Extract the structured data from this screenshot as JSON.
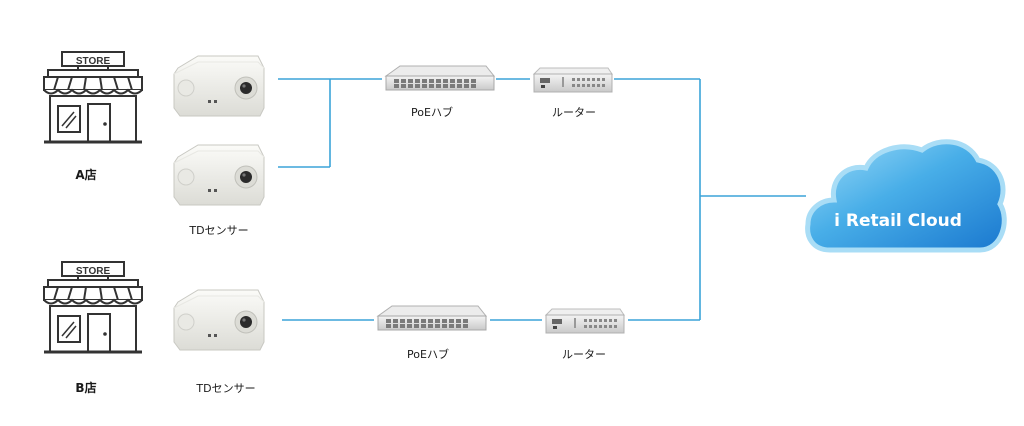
{
  "stores": [
    {
      "sign": "STORE",
      "label": "A店"
    },
    {
      "sign": "STORE",
      "label": "B店"
    }
  ],
  "sensor_label": "TDセンサー",
  "hub_label": "PoEハブ",
  "router_label": "ルーター",
  "cloud_label": "i Retail Cloud",
  "colors": {
    "link": "#3ba3d9",
    "cloud_dark": "#1f84d6",
    "cloud_light": "#8fd1f5",
    "store_outline": "#333333"
  }
}
